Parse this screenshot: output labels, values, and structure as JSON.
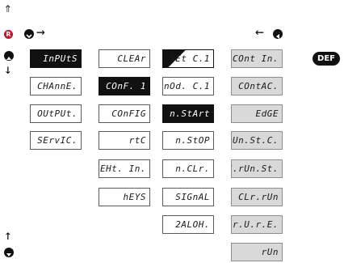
{
  "keys": {
    "reset_letter": "R",
    "def_label": "DEF"
  },
  "columns": {
    "col1": [
      "InPUtS",
      "CHAnnE.",
      "OUtPUt.",
      "SErvIC."
    ],
    "col2": [
      "CLEAr",
      "COnF. 1",
      "COnFIG",
      "rtC",
      "EHt. In.",
      "hEYS"
    ],
    "col3": [
      "SEt C.1",
      "nOd. C.1",
      "n.StArt",
      "n.StOP",
      "n.CLr.",
      "SIGnAL",
      "2ALOH."
    ],
    "col4": [
      "COnt In.",
      "COntAC.",
      "EdGE",
      "rUn.St.C.",
      "C.rUn.St.",
      "CLr.rUn",
      "CL.r.U.r.E.",
      "rUn"
    ]
  },
  "arrows": {
    "up_double": "⇑",
    "right": "→",
    "left": "←",
    "down": "↓",
    "up": "↑"
  }
}
